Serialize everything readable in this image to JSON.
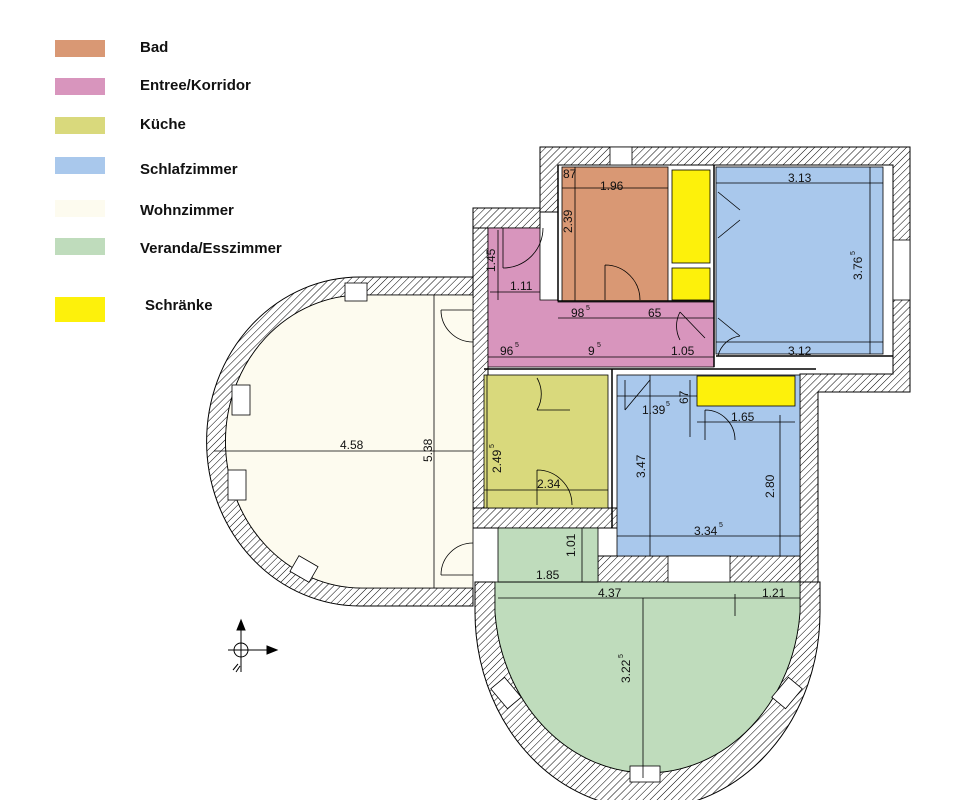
{
  "colors": {
    "bad": "#d99874",
    "entree": "#d895bd",
    "kueche": "#d9d97c",
    "schlaf": "#a9c8ec",
    "wohn": "#fdfbef",
    "veranda": "#bfdcbc",
    "schraenke": "#fdf10b"
  },
  "legend": {
    "bad": "Bad",
    "entree": "Entree/Korridor",
    "kueche": "Küche",
    "schlaf": "Schlafzimmer",
    "wohn": "Wohnzimmer",
    "veranda": "Veranda/Esszimmer",
    "schraenke": "Schränke"
  },
  "dimensions": {
    "bad_top_small": "87",
    "bad_width": "1.96",
    "bad_height": "2.39",
    "schlaf_top_width": "3.13",
    "schlaf_height": "3.76",
    "schlaf_height_sup": "5",
    "schlaf_bottom_width": "3.12",
    "entree_upper_h": "1.45",
    "entree_width": "1.11",
    "corr_98": "98",
    "corr_98_sup": "5",
    "corr_65": "65",
    "corr_96": "96",
    "corr_96_sup": "5",
    "corr_9": "9",
    "corr_9_sup": "5",
    "corr_105": "1.05",
    "wohn_width": "4.58",
    "wohn_height": "5.38",
    "kueche_height": "2.49",
    "kueche_height_sup": "5",
    "kueche_width": "2.34",
    "room2_139": "1.39",
    "room2_139_sup": "5",
    "room2_67": "67",
    "room2_165": "1.65",
    "room2_347": "3.47",
    "room2_280": "2.80",
    "room2_334": "3.34",
    "room2_334_sup": "5",
    "veranda_101": "1.01",
    "veranda_185": "1.85",
    "veranda_437": "4.37",
    "veranda_121": "1.21",
    "veranda_322": "3.22",
    "veranda_322_sup": "5"
  }
}
